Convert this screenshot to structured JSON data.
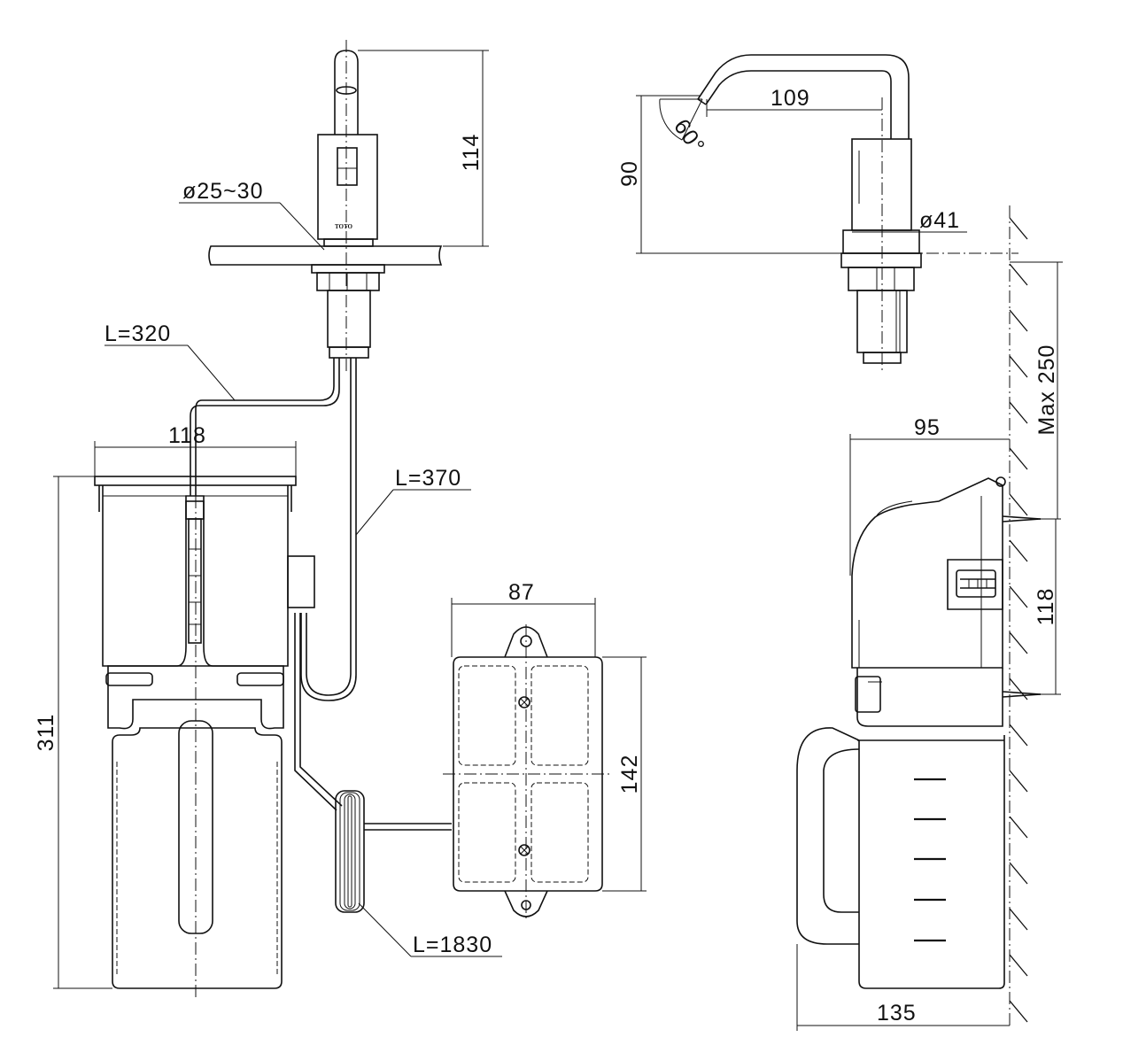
{
  "front_view": {
    "height_label": "114",
    "hole_diameter_label": "ø25~30",
    "brand_mark": "TOTO",
    "hose_short_label": "L=320",
    "hose_medium_label": "L=370",
    "hose_long_label": "L=1830",
    "tank_width_label": "118",
    "tank_height_label": "311",
    "battery_box_width_label": "87",
    "battery_box_height_label": "142"
  },
  "side_view": {
    "reach_label": "109",
    "spout_height_label": "90",
    "spray_angle_label": "60°",
    "body_diameter_label": "ø41",
    "max_counter_label": "Max 250",
    "unit_depth_label": "95",
    "bracket_spacing_label": "118",
    "tank_depth_label": "135"
  }
}
